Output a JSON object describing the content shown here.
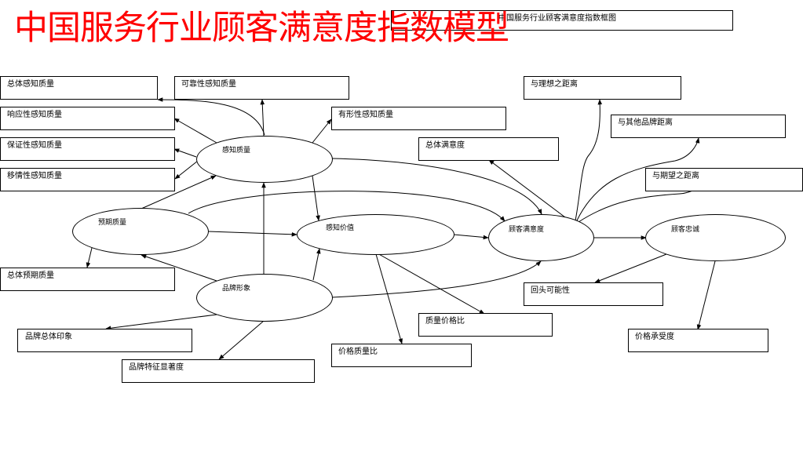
{
  "title": "中国服务行业顾客满意度指数模型",
  "caption": "中国服务行业顾客满意度指数框图",
  "constructs": {
    "perceived_quality": "感知质量",
    "expected_quality": "预期质量",
    "perceived_value": "感知价值",
    "customer_satisfaction": "顾客满意度",
    "customer_loyalty": "顾客忠诚",
    "brand_image": "品牌形象"
  },
  "indicators": {
    "overall_perceived_quality": "总体感知质量",
    "reliability_perceived_quality": "可靠性感知质量",
    "responsiveness_perceived_quality": "响应性感知质量",
    "tangible_perceived_quality": "有形性感知质量",
    "assurance_perceived_quality": "保证性感知质量",
    "empathy_perceived_quality": "移情性感知质量",
    "overall_expected_quality": "总体预期质量",
    "brand_overall_impression": "品牌总体印象",
    "brand_feature_salience": "品牌特征显著度",
    "price_quality_ratio": "价格质量比",
    "quality_price_ratio": "质量价格比",
    "overall_satisfaction": "总体满意度",
    "distance_from_ideal": "与理想之距离",
    "distance_from_other_brands": "与其他品牌距离",
    "distance_from_expectation": "与期望之距离",
    "repurchase_likelihood": "回头可能性",
    "price_tolerance": "价格承受度"
  }
}
